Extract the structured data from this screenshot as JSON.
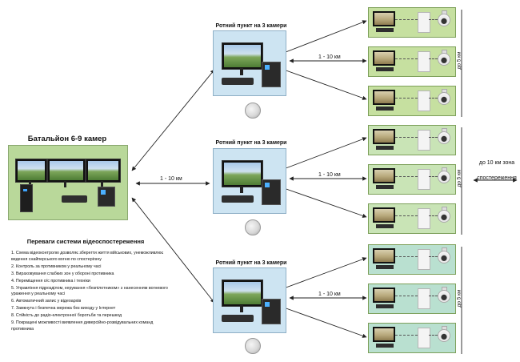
{
  "battalion": {
    "title": "Батальйон 6-9 камер"
  },
  "posts": [
    {
      "title": "Ротний пункт на 3 камери"
    },
    {
      "title": "Ротний пункт на 3 камери"
    },
    {
      "title": "Ротний пункт на 3 камери"
    }
  ],
  "links": {
    "battalion_to_post": "1 - 10 км",
    "post1_to_nodes": "1 - 10 км",
    "post2_to_nodes": "1 - 10 км",
    "post3_to_nodes": "1 - 10 км"
  },
  "node_range_label": "до 5 км",
  "zone": {
    "line1": "до 10 км зона",
    "line2": "спостереження"
  },
  "advantages": {
    "title": "Переваги системи відеоспостереження",
    "items": [
      "1. Схема відеоконтролю дозволяє зберегти життя військових, унеможливлює ведення снайперського вогню по спостерігачу",
      "2. Контроль за противником у реальному часі",
      "3. Вираховування слабких зон у обороні противника",
      "4. Переміщення о/с противника і техніки",
      "5. Управління підрозділом, керування «безпілотником» з нанесенням вогневого ураження у реальному часі",
      "6. Автоматичний запис у відеоархів",
      "7. Замкнута і безпечна мережа без виходу у Інтернет",
      "8. Стійкість до радіо-електронної боротьби та перешкод",
      "9. Покращені можливості виявлення диверсійно-розвідувальних команд противника"
    ]
  }
}
